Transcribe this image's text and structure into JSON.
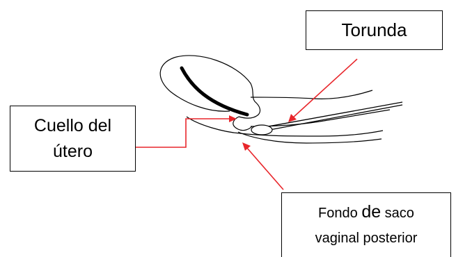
{
  "labels": {
    "torunda": "Torunda",
    "cuello": {
      "line1": "Cuello del",
      "line2": "útero"
    },
    "fondo": {
      "line1_a": "Fondo ",
      "line1_b": "de",
      "line1_c": " saco",
      "line2": "vaginal posterior"
    }
  },
  "colors": {
    "arrow": "#e8262b",
    "outline": "#000000",
    "background": "#ffffff"
  }
}
